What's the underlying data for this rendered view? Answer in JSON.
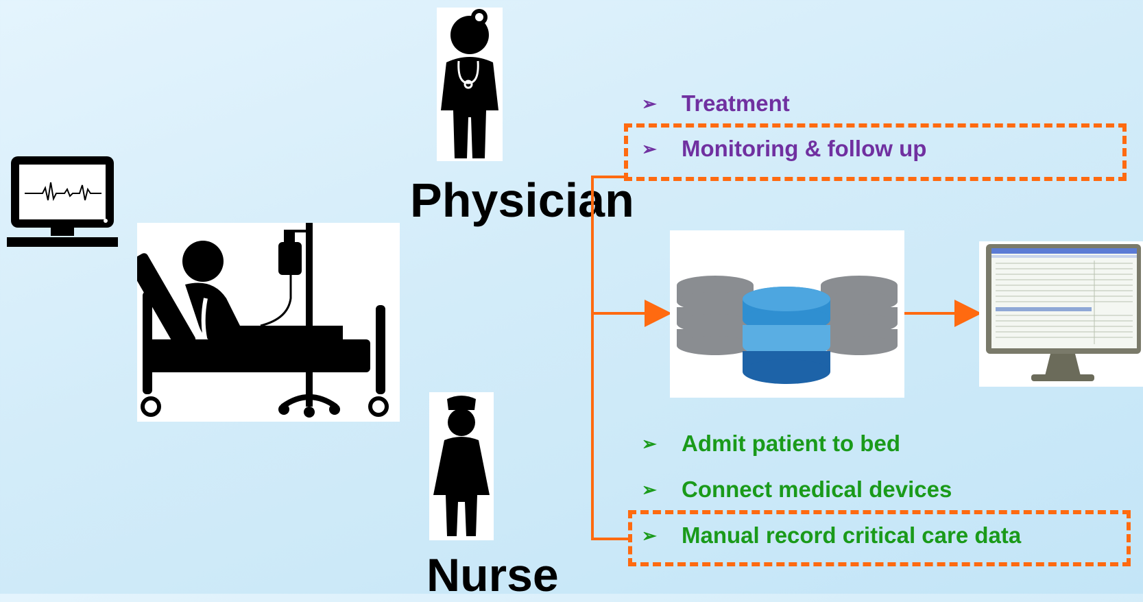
{
  "labels": {
    "physician": "Physician",
    "nurse": "Nurse"
  },
  "physician_tasks": [
    {
      "text": "Treatment"
    },
    {
      "text": "Monitoring & follow up"
    }
  ],
  "nurse_tasks": [
    {
      "text": "Admit patient to bed"
    },
    {
      "text": "Connect medical devices"
    },
    {
      "text": "Manual record critical care data"
    }
  ],
  "bullet_glyph": "➢",
  "icons": {
    "monitor": "heart-monitor-icon",
    "patient": "patient-bed-icon",
    "physician": "physician-icon",
    "nurse": "nurse-icon",
    "database": "database-icon",
    "ehr_screen": "ehr-monitor-icon"
  },
  "colors": {
    "purple": "#7030a0",
    "green": "#1a9a1a",
    "accent_orange": "#ff6a10"
  }
}
